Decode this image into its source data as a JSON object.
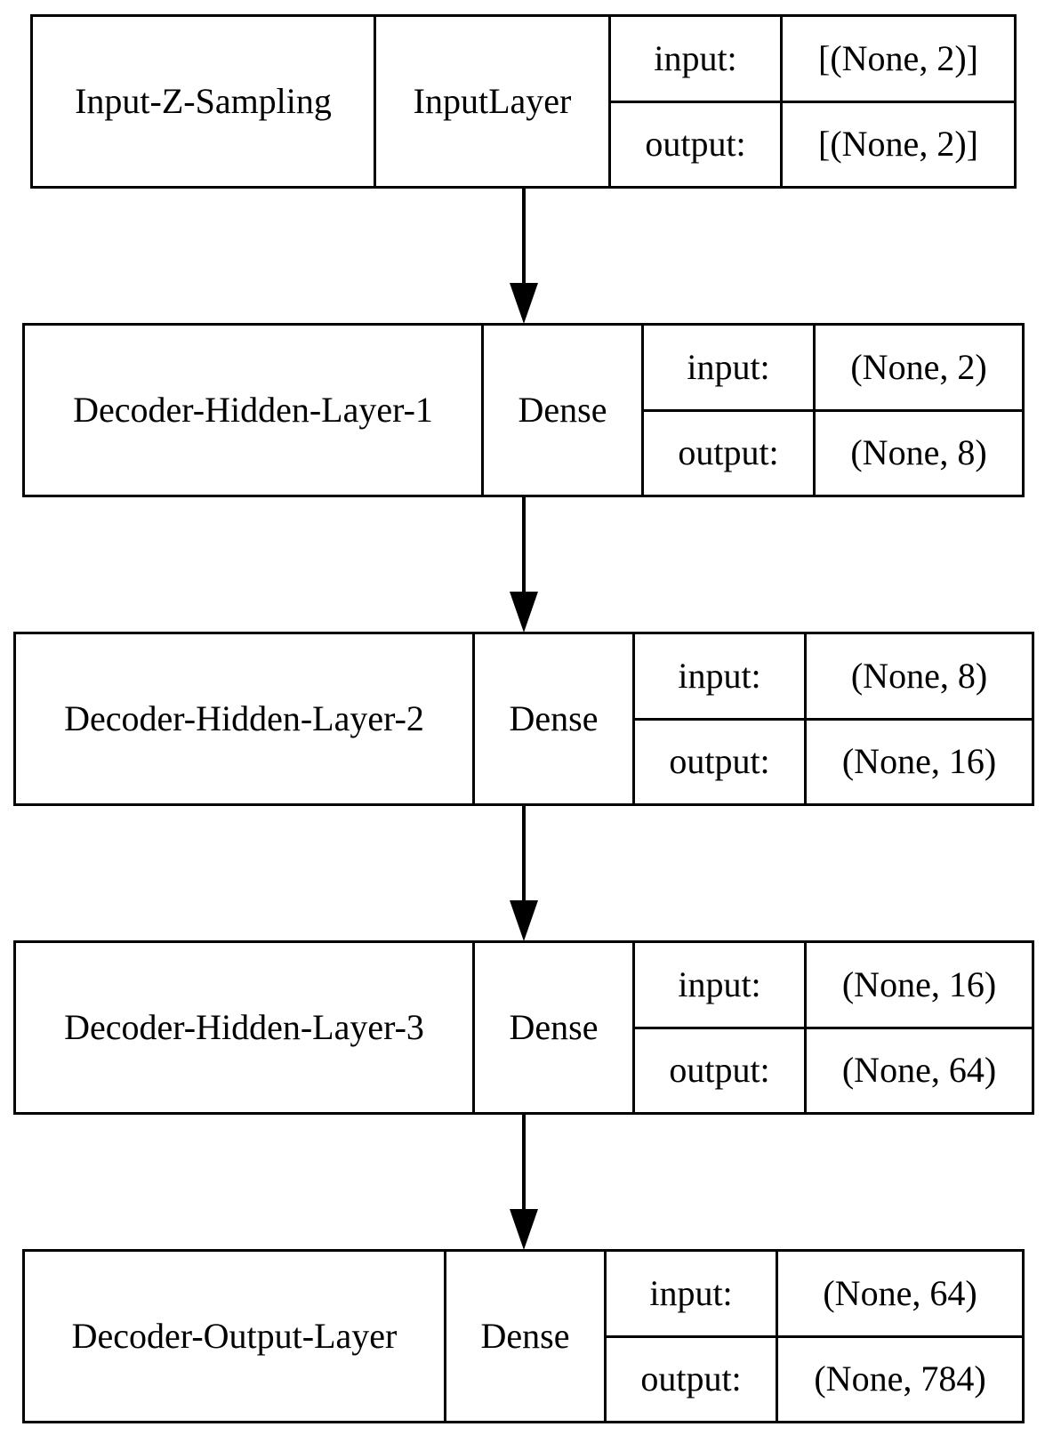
{
  "layers": [
    {
      "name": "Input-Z-Sampling",
      "type": "InputLayer",
      "input_label": "input:",
      "input_value": "[(None, 2)]",
      "output_label": "output:",
      "output_value": "[(None, 2)]"
    },
    {
      "name": "Decoder-Hidden-Layer-1",
      "type": "Dense",
      "input_label": "input:",
      "input_value": "(None, 2)",
      "output_label": "output:",
      "output_value": "(None, 8)"
    },
    {
      "name": "Decoder-Hidden-Layer-2",
      "type": "Dense",
      "input_label": "input:",
      "input_value": "(None, 8)",
      "output_label": "output:",
      "output_value": "(None, 16)"
    },
    {
      "name": "Decoder-Hidden-Layer-3",
      "type": "Dense",
      "input_label": "input:",
      "input_value": "(None, 16)",
      "output_label": "output:",
      "output_value": "(None, 64)"
    },
    {
      "name": "Decoder-Output-Layer",
      "type": "Dense",
      "input_label": "input:",
      "input_value": "(None, 64)",
      "output_label": "output:",
      "output_value": "(None, 784)"
    }
  ],
  "colors": {
    "stroke": "#000000",
    "background": "#ffffff"
  }
}
